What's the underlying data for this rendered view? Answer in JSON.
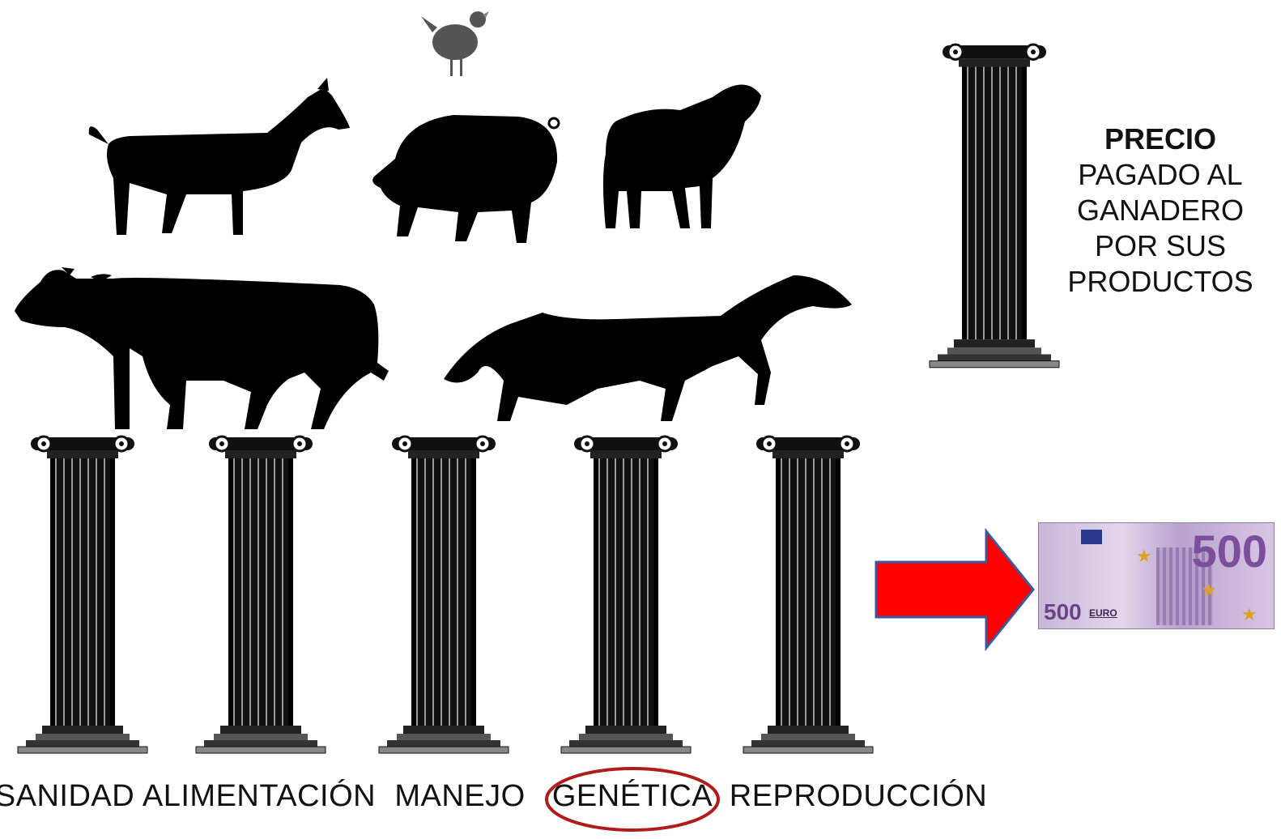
{
  "pillars": [
    {
      "label": "SANIDAD"
    },
    {
      "label": "ALIMENTACIÓN"
    },
    {
      "label": "MANEJO"
    },
    {
      "label": "GENÉTICA",
      "highlighted": true
    },
    {
      "label": "REPRODUCCIÓN"
    }
  ],
  "price": {
    "title": "PRECIO",
    "lines": [
      "PAGADO AL",
      "GANADERO",
      "POR SUS",
      "PRODUCTOS"
    ]
  },
  "banknote": {
    "denomination": "500",
    "currency": "EURO"
  },
  "animals": [
    "hen-icon",
    "goat-icon",
    "pig-icon",
    "sheep-icon",
    "cow-icon",
    "horse-icon"
  ],
  "colors": {
    "arrow": "#ff0000",
    "arrow_outline": "#3b5a9a",
    "highlight_ellipse": "#b01c1c",
    "silhouette": "#000000"
  }
}
